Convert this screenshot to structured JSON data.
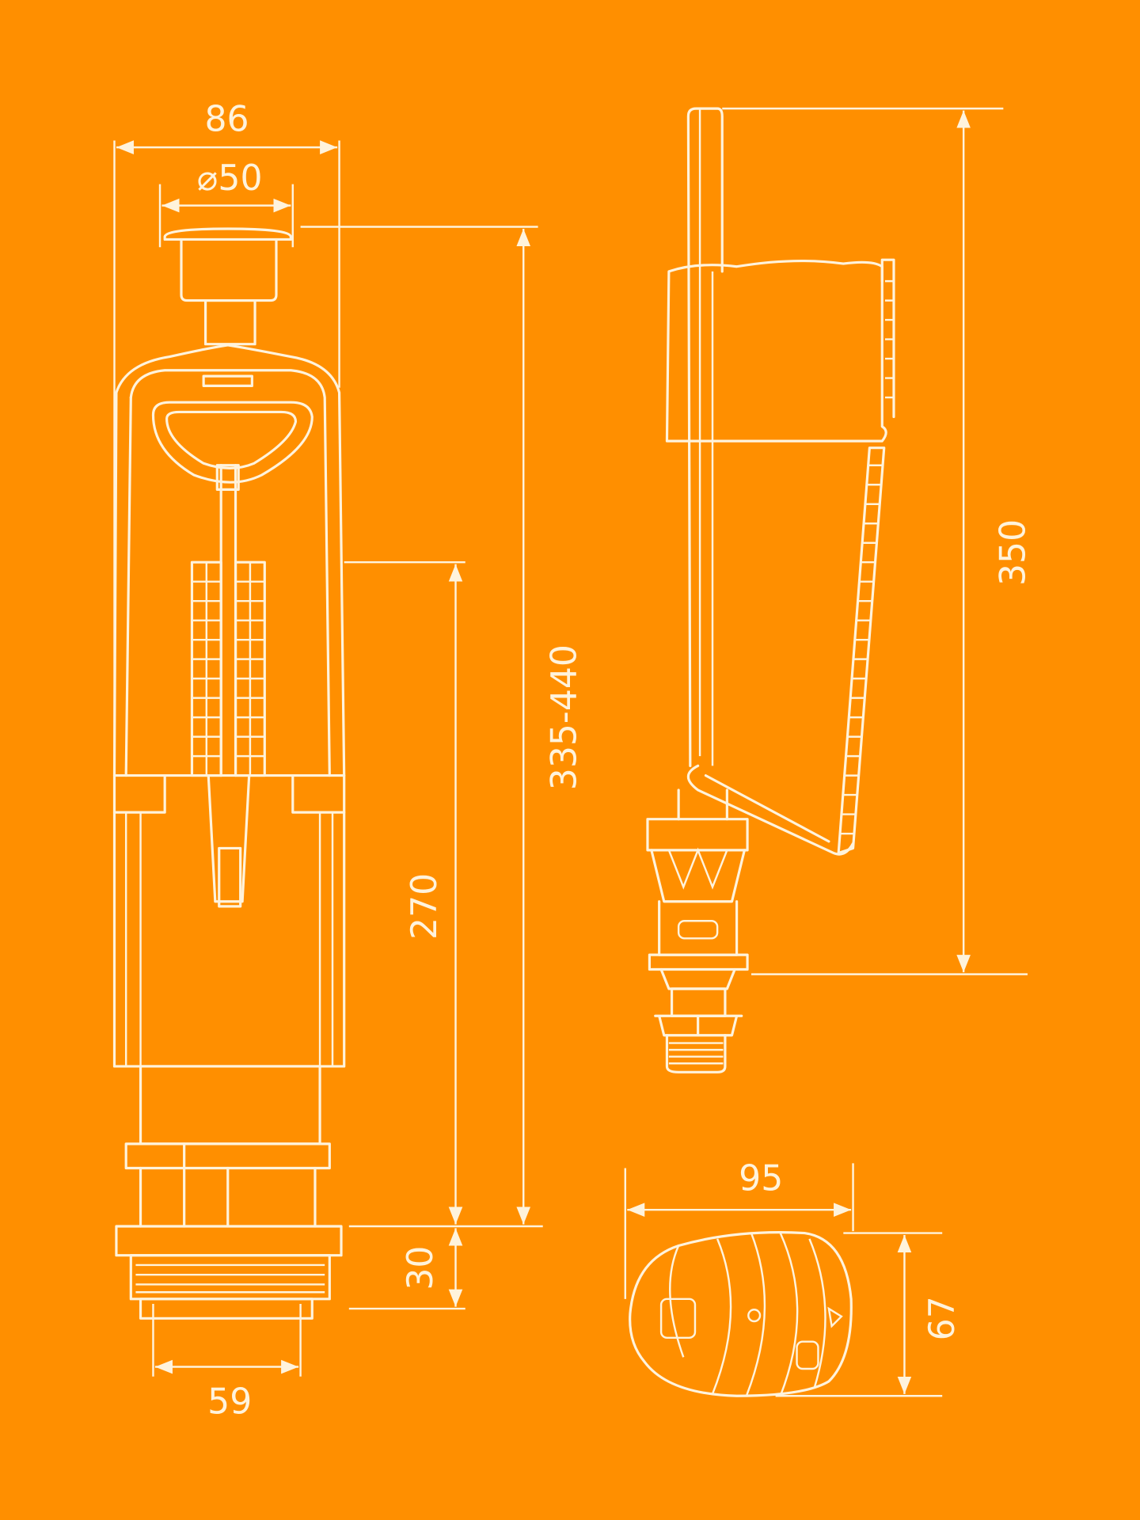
{
  "colors": {
    "background": "#FF8F00",
    "line": "#FFF3DC"
  },
  "flush_valve": {
    "width_label": "86",
    "button_diameter_label": "⌀50",
    "height_range_label": "335-440",
    "overflow_height_label": "270",
    "thread_height_label": "30",
    "thread_width_label": "59"
  },
  "fill_valve": {
    "height_label": "350"
  },
  "float": {
    "width_label": "95",
    "height_label": "67"
  }
}
